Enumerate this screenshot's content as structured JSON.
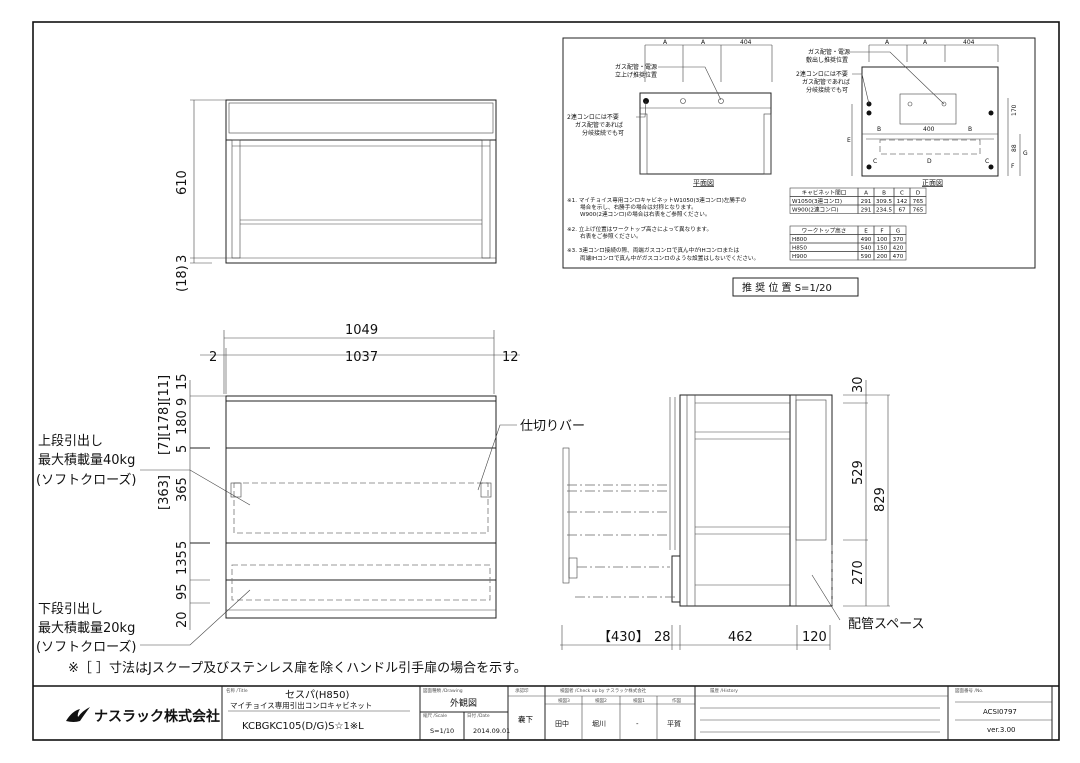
{
  "top_view": {
    "dims": {
      "depth": "610",
      "gap": "3",
      "bracket": "(18)"
    }
  },
  "front_view": {
    "dims": {
      "overall_width": "1049",
      "inner_width": "1037",
      "left_gap": "2",
      "right_gap": "12",
      "vertical": [
        "15",
        "9",
        "180",
        "5",
        "365",
        "5",
        "135",
        "95",
        "20"
      ],
      "bracket_upper": "[7][178][11]",
      "bracket_mid": "[363]"
    },
    "upper_drawer": {
      "title": "上段引出し",
      "load": "最大積載量40kg",
      "feature": "(ソフトクローズ)"
    },
    "lower_drawer": {
      "title": "下段引出し",
      "load": "最大積載量20kg",
      "feature": "(ソフトクローズ)"
    },
    "divider_label": "仕切りバー"
  },
  "side_view": {
    "dims": {
      "drawer_ext": "【430】",
      "front": "28",
      "depth": "462",
      "rear": "120",
      "top": "30",
      "upper": "529",
      "total": "829",
      "lower": "270"
    },
    "pipe_space_label": "配管スペース"
  },
  "footnote": "※［ ］寸法はJスクープ及びステンレス扉を除くハンドル引手扉の場合を示す。",
  "inset": {
    "dim_a": "A",
    "dim_404": "404",
    "dim_400": "400",
    "plan_label": "平面図",
    "front_label": "正面図",
    "callout_gas_plan": [
      "ガス配管・電源",
      "立上げ推奨位置"
    ],
    "callout_gas_front": [
      "ガス配管・電源",
      "敷出し推奨位置"
    ],
    "callout_2burner": [
      "2連コンロには不要",
      "ガス配管であれば",
      "分岐接続でも可"
    ],
    "letters": {
      "b": "B",
      "c": "C",
      "d": "D",
      "e": "E",
      "f": "F",
      "g": "G",
      "dim_170": "170",
      "dim_88": "88"
    },
    "notes": [
      "※1. マイチョイス専用コンロキャビネットW1050(3連コンロ)左勝手の",
      "場合を示し、右勝手の場合は対称となります。",
      "W900(2連コンロ)の場合は右表をご参照ください。",
      "※2. 立上げ位置はワークトップ高さによって異なります。",
      "右表をご参照ください。",
      "※3. 3連コンロ接続の際、両端ガスコンロで真ん中がIHコンロまたは",
      "両端IHコンロで真ん中がガスコンロのような設置はしないでください。"
    ],
    "table1": {
      "headers": [
        "キャビネット間口",
        "A",
        "B",
        "C",
        "D"
      ],
      "rows": [
        [
          "W1050(3連コンロ)",
          "291",
          "309.5",
          "142",
          "765"
        ],
        [
          "W900(2連コンロ)",
          "291",
          "234.5",
          "67",
          "765"
        ]
      ]
    },
    "table2": {
      "headers": [
        "ワークトップ高さ",
        "E",
        "F",
        "G"
      ],
      "rows": [
        [
          "H800",
          "490",
          "100",
          "370"
        ],
        [
          "H850",
          "540",
          "150",
          "420"
        ],
        [
          "H900",
          "590",
          "200",
          "470"
        ]
      ]
    },
    "scale_caption": "推 奨 位 置  S=1/20"
  },
  "title_block": {
    "company": "ナスラック株式会社",
    "title_label": "名称 /Title",
    "series": "セスパ(H850)",
    "product_name": "マイチョイス専用引出コンロキャビネット",
    "model": "KCBGKC105(D/G)S☆1※L",
    "drawing_label": "図面種類 /Drawing",
    "drawing_type": "外観図",
    "scale_label": "縮尺 /Scale",
    "scale": "S=1/10",
    "date_label": "日付 /Date",
    "date": "2014.09.01",
    "approver_label": "承認印",
    "approver": "嚢下",
    "checked_label": "検図者 /Check up by ナスラック株式会社",
    "check_cols": [
      "検図3",
      "検図2",
      "検図1",
      "作図"
    ],
    "check_vals": [
      "田中",
      "堀川",
      "-",
      "平賀"
    ],
    "history_label": "履歴 /History",
    "number_label": "図面番号 /No.",
    "number": "ACSI0797",
    "version": "ver.3.00"
  }
}
